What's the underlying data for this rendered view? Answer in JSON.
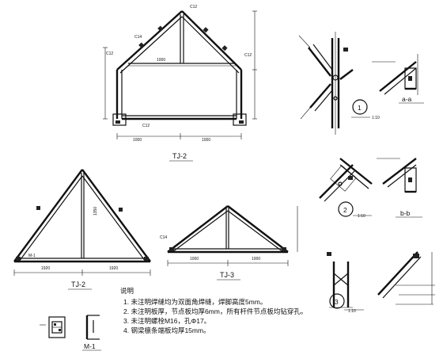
{
  "views": {
    "tj2_top": "TJ-2",
    "tj2_left": "TJ-2",
    "tj3": "TJ-3",
    "m1": "M-1",
    "node1": "1",
    "node2": "2",
    "node3": "3",
    "sec_aa": "a-a",
    "sec_bb": "b-b"
  },
  "notes": {
    "heading": "说明",
    "items": [
      "1.  未注明焊缝均为双面角焊缝，焊脚高度5mm。",
      "2.  未注明板厚，节点板均厚6mm，所有杆件节点板均钻穿孔。",
      "3.  未注明螺栓M16，孔Φ17。",
      "4.  钢梁檩条端板均厚15mm。"
    ]
  }
}
